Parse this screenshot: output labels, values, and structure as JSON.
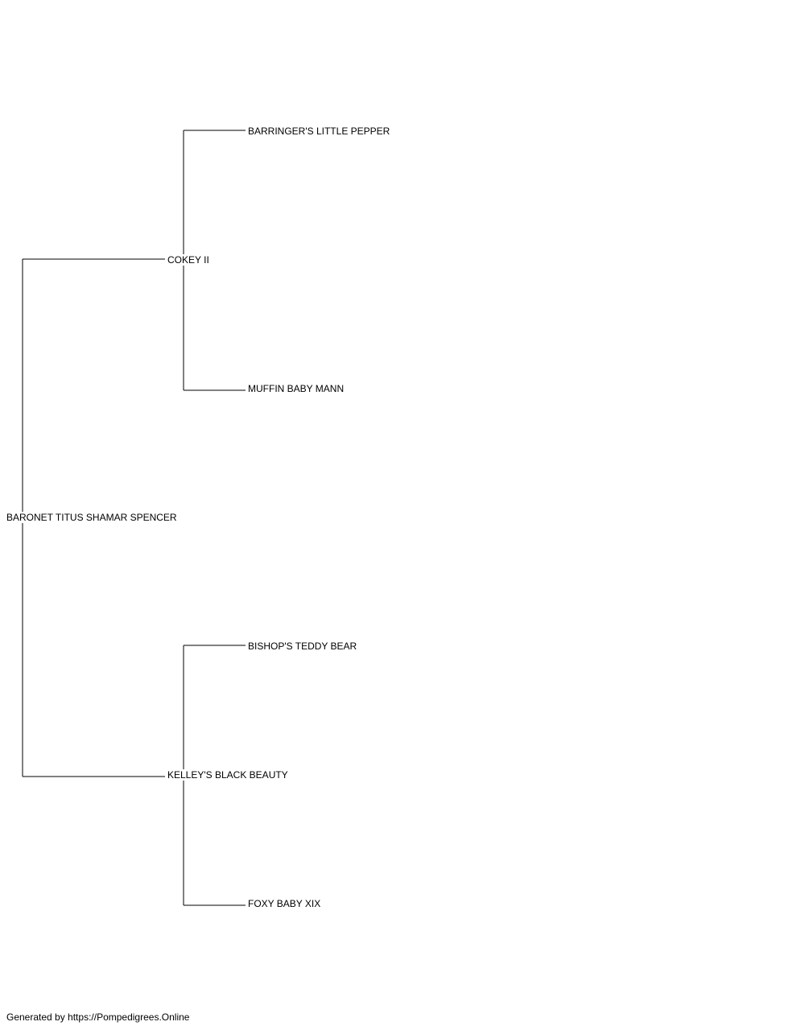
{
  "pedigree": {
    "subject": "BARONET TITUS SHAMAR SPENCER",
    "sire": {
      "name": "COKEY II",
      "sire": "BARRINGER'S LITTLE PEPPER",
      "dam": "MUFFIN BABY MANN"
    },
    "dam": {
      "name": "KELLEY'S BLACK BEAUTY",
      "sire": "BISHOP'S TEDDY BEAR",
      "dam": "FOXY BABY XIX"
    }
  },
  "footer": {
    "text": "Generated by https://Pompedigrees.Online"
  },
  "colors": {
    "line": "#000000",
    "text": "#000000",
    "background": "#ffffff"
  }
}
